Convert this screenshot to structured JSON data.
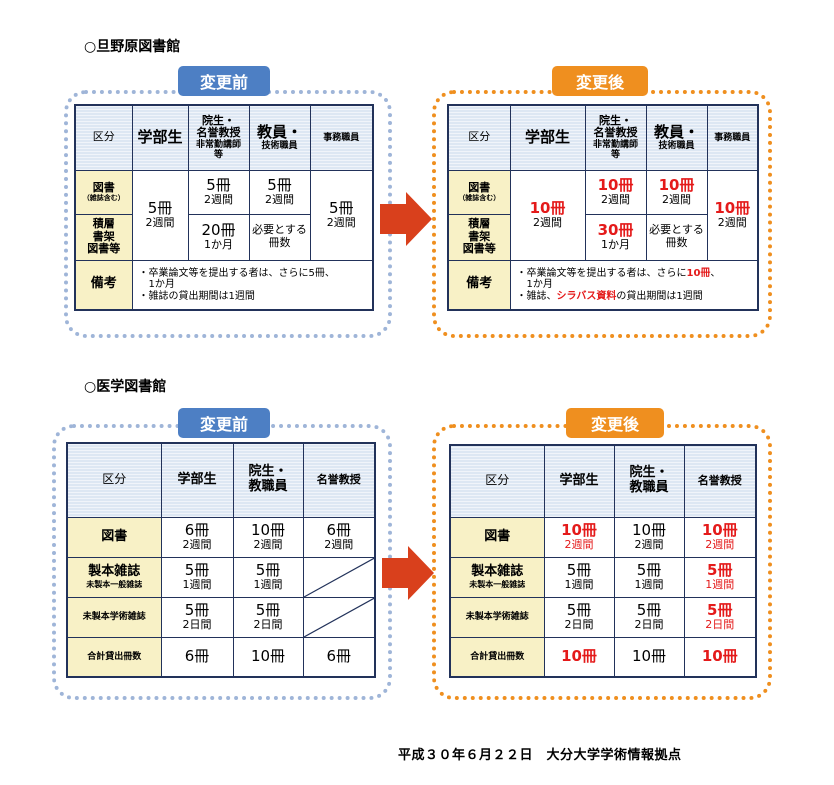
{
  "section1": {
    "title": "○旦野原図書館",
    "before_label": "変更前",
    "after_label": "変更後",
    "headers": {
      "kubun": "区分",
      "gakubu": "学部生",
      "insei_title": "院生・",
      "insei_sub": "名誉教授",
      "insei_sub2": "非常勤講師",
      "insei_sub3": "等",
      "kyoin_title": "教員・",
      "kyoin_sub": "技術職員",
      "jimu": "事務職員"
    },
    "rows": {
      "tosho": "図書",
      "tosho_sub": "（雑誌含む）",
      "sekiso1": "積層",
      "sekiso2": "書架",
      "sekiso3": "図書等",
      "biko": "備考"
    },
    "before": {
      "gakubu_count": "5冊",
      "gakubu_period": "2週間",
      "insei_tosho_count": "5冊",
      "insei_tosho_period": "2週間",
      "kyoin_tosho_count": "5冊",
      "kyoin_tosho_period": "2週間",
      "insei_sekiso_count": "20冊",
      "insei_sekiso_period": "1か月",
      "kyoin_sekiso_1": "必要とする",
      "kyoin_sekiso_2": "冊数",
      "jimu_count": "5冊",
      "jimu_period": "2週間",
      "note1a": "・卒業論文等を提出する者は、さらに5冊、",
      "note1b": "1か月",
      "note2": "・雑誌の貸出期間は1週間"
    },
    "after": {
      "gakubu_count": "10冊",
      "gakubu_period": "2週間",
      "insei_tosho_count": "10冊",
      "insei_tosho_period": "2週間",
      "kyoin_tosho_count": "10冊",
      "kyoin_tosho_period": "2週間",
      "insei_sekiso_count": "30冊",
      "insei_sekiso_period": "1か月",
      "kyoin_sekiso_1": "必要とする",
      "kyoin_sekiso_2": "冊数",
      "jimu_count": "10冊",
      "jimu_period": "2週間",
      "note1_pre": "・卒業論文等を提出する者は、さらに",
      "note1_red": "10冊",
      "note1_post": "、",
      "note1b": "1か月",
      "note2_pre": "・雑誌、",
      "note2_red": "シラバス資料",
      "note2_post": "の貸出期間は1週間"
    }
  },
  "section2": {
    "title": "○医学図書館",
    "before_label": "変更前",
    "after_label": "変更後",
    "headers": {
      "kubun": "区分",
      "gakubu": "学部生",
      "insei_1": "院生・",
      "insei_2": "教職員",
      "meiyo": "名誉教授"
    },
    "rows": {
      "tosho": "図書",
      "seihon": "製本雑誌",
      "seihon_sub": "未製本一般雑誌",
      "miseihon": "未製本学術雑誌",
      "goukei": "合計貸出冊数"
    },
    "before": {
      "tosho_gakubu_c": "6冊",
      "tosho_gakubu_p": "2週間",
      "tosho_insei_c": "10冊",
      "tosho_insei_p": "2週間",
      "tosho_meiyo_c": "6冊",
      "tosho_meiyo_p": "2週間",
      "seihon_gakubu_c": "5冊",
      "seihon_gakubu_p": "1週間",
      "seihon_insei_c": "5冊",
      "seihon_insei_p": "1週間",
      "mi_gakubu_c": "5冊",
      "mi_gakubu_p": "2日間",
      "mi_insei_c": "5冊",
      "mi_insei_p": "2日間",
      "total_gakubu": "6冊",
      "total_insei": "10冊",
      "total_meiyo": "6冊"
    },
    "after": {
      "tosho_gakubu_c": "10冊",
      "tosho_gakubu_p": "2週間",
      "tosho_insei_c": "10冊",
      "tosho_insei_p": "2週間",
      "tosho_meiyo_c": "10冊",
      "tosho_meiyo_p": "2週間",
      "seihon_gakubu_c": "5冊",
      "seihon_gakubu_p": "1週間",
      "seihon_insei_c": "5冊",
      "seihon_insei_p": "1週間",
      "seihon_meiyo_c": "5冊",
      "seihon_meiyo_p": "1週間",
      "mi_gakubu_c": "5冊",
      "mi_gakubu_p": "2日間",
      "mi_insei_c": "5冊",
      "mi_insei_p": "2日間",
      "mi_meiyo_c": "5冊",
      "mi_meiyo_p": "2日間",
      "total_gakubu": "10冊",
      "total_insei": "10冊",
      "total_meiyo": "10冊"
    }
  },
  "footer": "平成３０年６月２２日　大分大学学術情報拠点",
  "colors": {
    "before": "#4d7fc4",
    "after": "#ef8f1f",
    "changed": "#e41a1a",
    "arrow": "#d9401c"
  }
}
